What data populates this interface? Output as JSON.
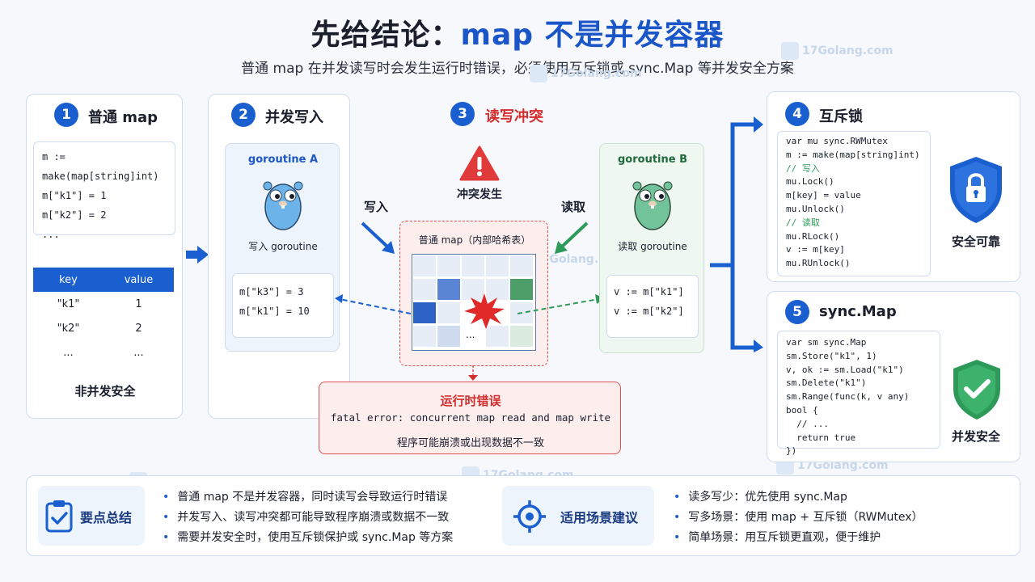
{
  "header": {
    "title_part1": "先给结论：",
    "title_part2": "map 不是并发容器",
    "subtitle": "普通 map 在并发读写时会发生运行时错误，必须使用互斥锁或 sync.Map 等并发安全方案"
  },
  "watermark": {
    "text": "17Golang.com"
  },
  "panel1": {
    "num": "1",
    "title": "普通 map",
    "code": [
      "m := make(map[string]int)",
      "m[\"k1\"] = 1",
      "m[\"k2\"] = 2",
      "..."
    ],
    "table_headers": [
      "key",
      "value"
    ],
    "table_rows": [
      [
        "\"k1\"",
        "1"
      ],
      [
        "\"k2\"",
        "2"
      ],
      [
        "...",
        "..."
      ]
    ],
    "footer": "非并发安全"
  },
  "panel2": {
    "num": "2",
    "title": "并发写入",
    "goroutine_title": "goroutine A",
    "goroutine_caption": "写入 goroutine",
    "code": [
      "m[\"k3\"] = 3",
      "m[\"k1\"] = 10"
    ]
  },
  "panel3": {
    "num": "3",
    "title": "读写冲突",
    "conflict_label": "冲突发生",
    "write_label": "写入",
    "read_label": "读取",
    "map_title": "普通 map（内部哈希表）",
    "ellipsis": "...",
    "error_title": "运行时错误",
    "error_message": "fatal error: concurrent map read and map write",
    "error_desc": "程序可能崩溃或出现数据不一致",
    "goroutine_b_title": "goroutine B",
    "goroutine_b_caption": "读取 goroutine",
    "code_b": [
      "v := m[\"k1\"]",
      "v := m[\"k2\"]"
    ]
  },
  "panel4": {
    "num": "4",
    "title": "互斥锁",
    "code": [
      "var mu sync.RWMutex",
      "m := make(map[string]int)",
      "// 写入",
      "mu.Lock()",
      "m[key] = value",
      "mu.Unlock()",
      "// 读取",
      "mu.RLock()",
      "v := m[key]",
      "mu.RUnlock()"
    ],
    "badge": "安全可靠"
  },
  "panel5": {
    "num": "5",
    "title": "sync.Map",
    "code": [
      "var sm sync.Map",
      "sm.Store(\"k1\", 1)",
      "v, ok := sm.Load(\"k1\")",
      "sm.Delete(\"k1\")",
      "sm.Range(func(k, v any) bool {",
      "  // ...",
      "  return true",
      "})"
    ],
    "badge": "并发安全"
  },
  "summary": {
    "label": "要点总结",
    "points": [
      "普通 map 不是并发容器，同时读写会导致运行时错误",
      "并发写入、读写冲突都可能导致程序崩溃或数据不一致",
      "需要并发安全时，使用互斥锁保护或 sync.Map 等方案"
    ]
  },
  "scenarios": {
    "label": "适用场景建议",
    "points": [
      "读多写少：优先使用 sync.Map",
      "写多场景：使用 map + 互斥锁（RWMutex）",
      "简单场景：用互斥锁更直观，便于维护"
    ]
  },
  "colors": {
    "primary": "#1a5fd0",
    "danger": "#d42d2d",
    "success": "#2e9a5a"
  }
}
